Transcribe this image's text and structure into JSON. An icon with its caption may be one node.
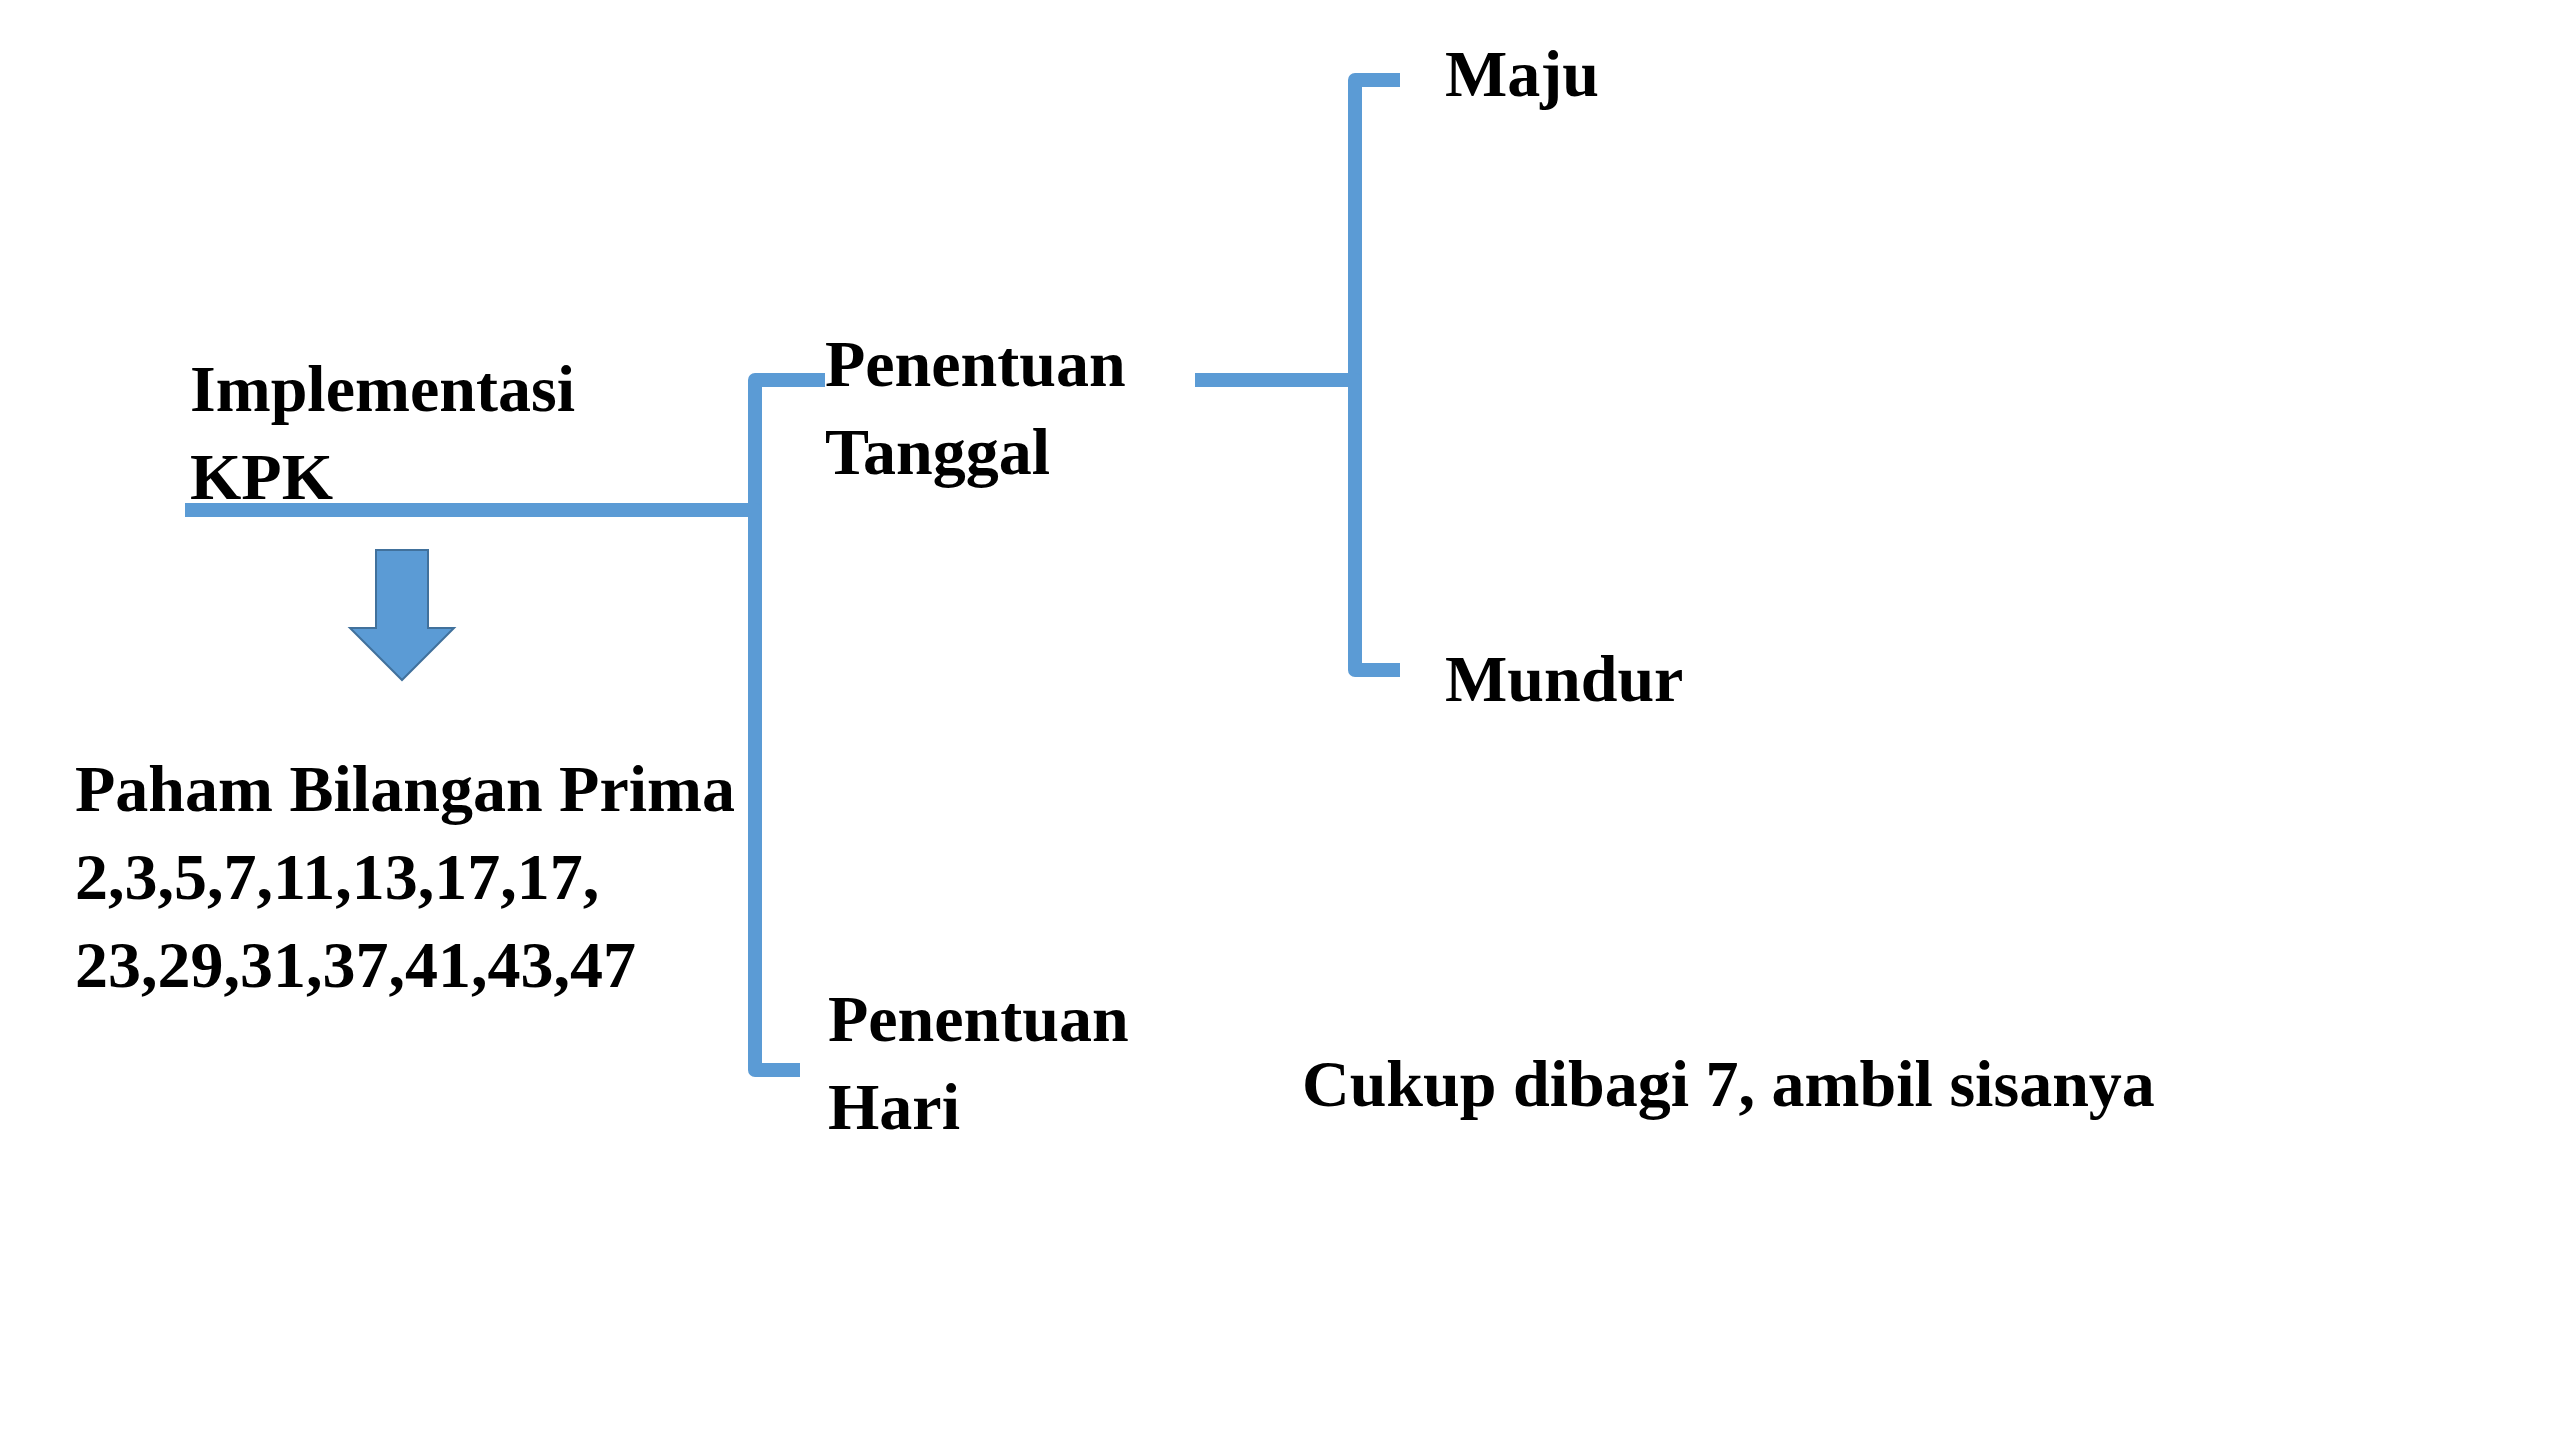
{
  "diagram": {
    "nodes": [
      {
        "text": [
          "Implementasi KPK"
        ]
      },
      {
        "text": [
          "Penentuan Tanggal"
        ]
      },
      {
        "text": [
          "Penentuan Hari"
        ]
      },
      {
        "text": [
          "Maju"
        ]
      },
      {
        "text": [
          "Mundur"
        ]
      },
      {
        "text": [
          "Paham Bilangan Prima",
          "2,3,5,7,11,13,17,17, 23,29,31,37,41,43,47"
        ]
      }
    ],
    "edges": [
      {
        "from": 0,
        "to": 1,
        "arrow": "none"
      },
      {
        "from": 0,
        "to": 2,
        "arrow": "none"
      },
      {
        "from": 1,
        "to": 3,
        "arrow": "none"
      },
      {
        "from": 1,
        "to": 4,
        "arrow": "none"
      },
      {
        "from": 0,
        "to": 5,
        "arrow": "to",
        "style": "thick"
      }
    ],
    "labels": [
      "Cukup dibagi 7, ambil sisanya"
    ]
  }
}
